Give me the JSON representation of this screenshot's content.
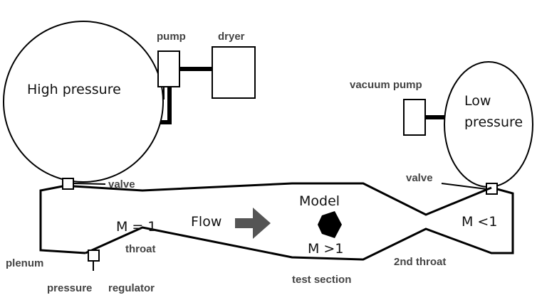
{
  "labels": {
    "high_pressure": "High pressure",
    "pump": "pump",
    "dryer": "dryer",
    "vacuum_pump": "vacuum pump",
    "low_pressure_line1": "Low",
    "low_pressure_line2": "pressure",
    "valve_left": "valve",
    "valve_right": "valve",
    "mach_nozzle": "M = 1",
    "flow": "Flow",
    "model": "Model",
    "mach_test": "M >1",
    "mach_diffuser": "M <1",
    "throat": "throat",
    "plenum": "plenum",
    "pressure": "pressure",
    "regulator": "regulator",
    "test_section": "test section",
    "second_throat": "2nd throat"
  },
  "colors": {
    "line": "#000000",
    "bold_label": "#444444",
    "arrow": "#555555",
    "model": "#000000"
  }
}
